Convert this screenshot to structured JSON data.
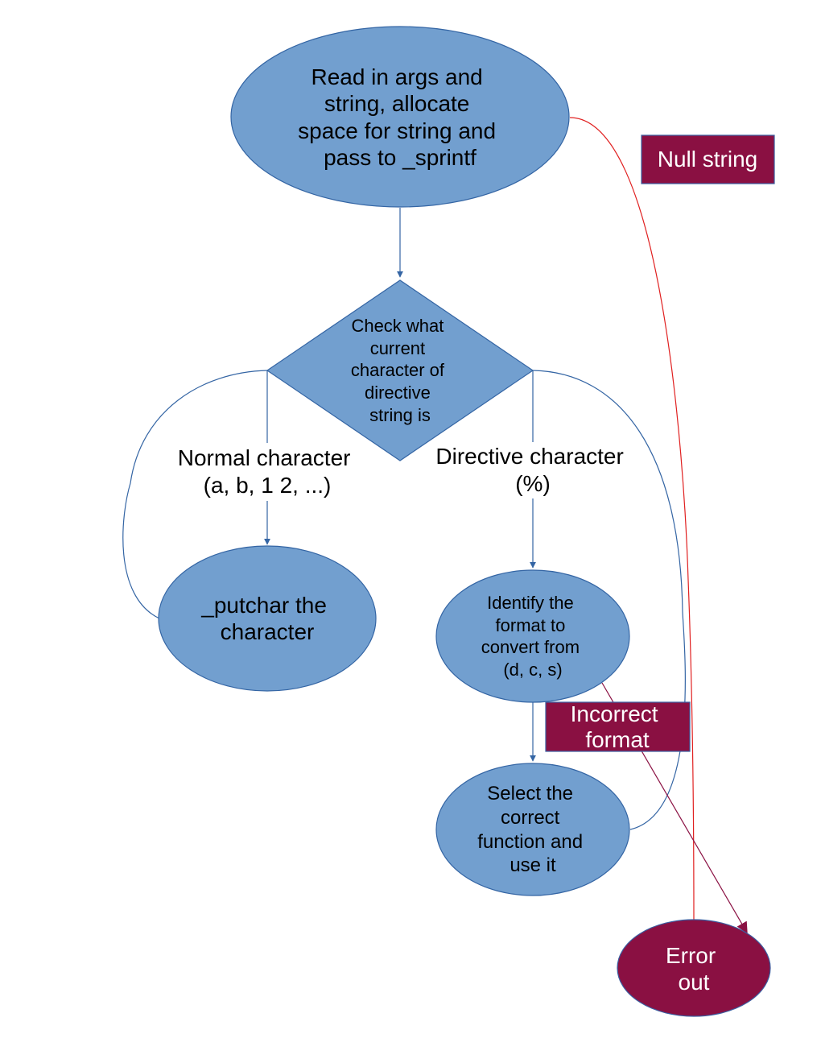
{
  "colors": {
    "node_fill": "#729fcf",
    "node_stroke": "#3465a4",
    "error_fill": "#8a1042",
    "error_stroke": "#3a5da0",
    "edge_blue": "#3465a4",
    "edge_red": "#e02020",
    "edge_maroon": "#8a1042",
    "text_dark": "#000000",
    "text_light": "#ffffff"
  },
  "nodes": {
    "start": {
      "lines": [
        "Read in args and",
        "string, allocate",
        "space for string and",
        "pass to _sprintf"
      ]
    },
    "decision": {
      "lines": [
        "Check what",
        "current",
        "character of",
        "directive",
        "string is"
      ]
    },
    "putchar": {
      "lines": [
        "_putchar the",
        "character"
      ]
    },
    "identify": {
      "lines": [
        "Identify the",
        "format to",
        "convert from",
        "(d, c, s)"
      ]
    },
    "select": {
      "lines": [
        "Select the",
        "correct",
        "function and",
        "use it"
      ]
    },
    "error": {
      "lines": [
        "Error",
        "out"
      ]
    }
  },
  "edge_labels": {
    "normal": {
      "lines": [
        "Normal character",
        "(a, b, 1 2, ...)"
      ]
    },
    "directive": {
      "lines": [
        "Directive character",
        "(%)"
      ]
    },
    "null_string": {
      "lines": [
        "Null string"
      ]
    },
    "incorrect_format": {
      "lines": [
        "Incorrect",
        "format"
      ]
    }
  }
}
